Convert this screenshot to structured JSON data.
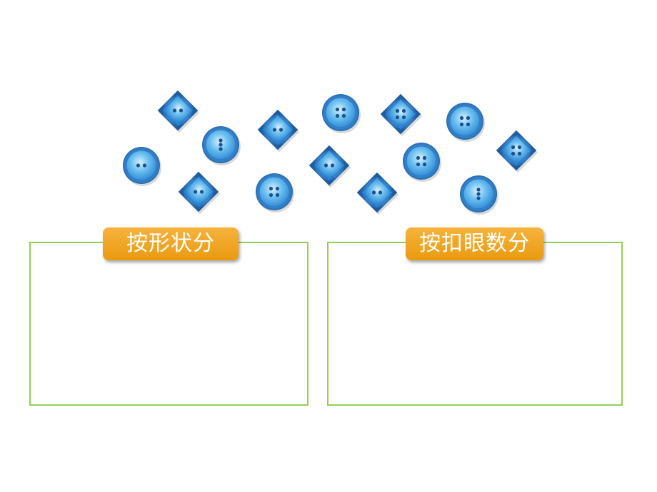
{
  "buttons": [
    {
      "shape": "diamond",
      "holes": 2
    },
    {
      "shape": "diamond",
      "holes": 2
    },
    {
      "shape": "circle",
      "holes": 4
    },
    {
      "shape": "diamond",
      "holes": 4
    },
    {
      "shape": "circle",
      "holes": 4
    },
    {
      "shape": "circle",
      "holes": 3
    },
    {
      "shape": "diamond",
      "holes": 4
    },
    {
      "shape": "circle",
      "holes": 2
    },
    {
      "shape": "diamond",
      "holes": 2
    },
    {
      "shape": "circle",
      "holes": 4
    },
    {
      "shape": "diamond",
      "holes": 2
    },
    {
      "shape": "circle",
      "holes": 4
    },
    {
      "shape": "diamond",
      "holes": 2
    },
    {
      "shape": "circle",
      "holes": 3
    }
  ],
  "sort_boxes": {
    "by_shape": {
      "label": "按形状分"
    },
    "by_holes": {
      "label": "按扣眼数分"
    }
  },
  "colors": {
    "button_fill": "#3a9be0",
    "button_rim": "#2a6fb5",
    "box_border": "#92d050",
    "label_bg": "#f0a628"
  }
}
